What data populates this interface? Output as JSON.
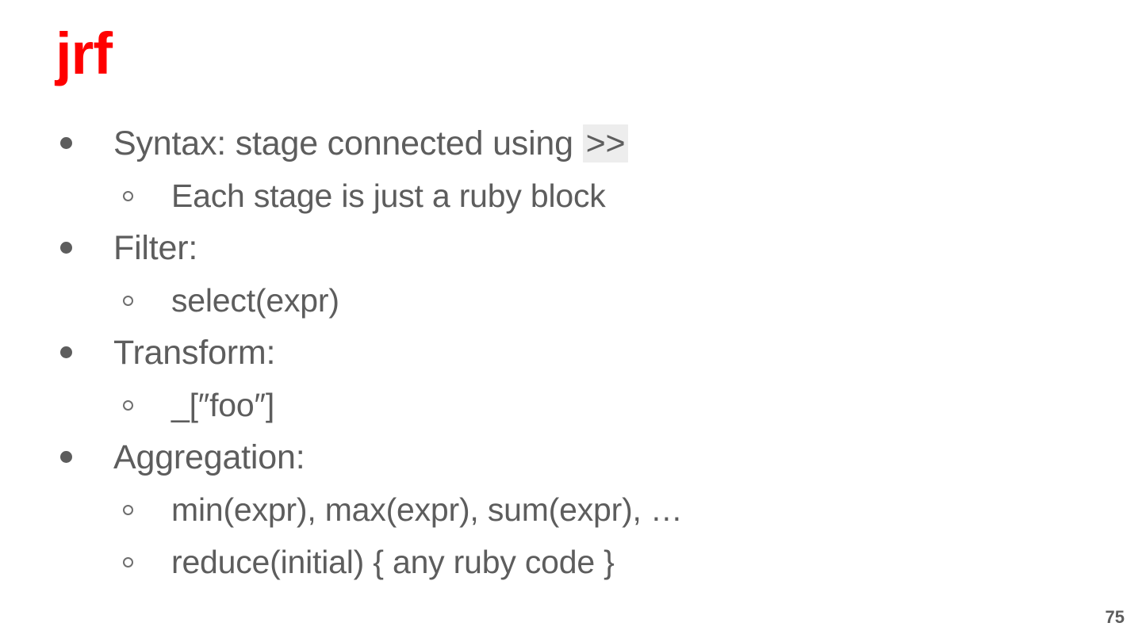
{
  "slide": {
    "title": "jrf",
    "title_color": "#ff0000",
    "body_color": "#5d5d5d",
    "background_color": "#ffffff",
    "highlight_color": "#ededed",
    "page_number": "75",
    "bullets": [
      {
        "level": 1,
        "marker": "filled-disc",
        "text_before": "Syntax: stage connected using ",
        "code": ">>",
        "text_after": ""
      },
      {
        "level": 2,
        "marker": "hollow-circle",
        "text": "Each stage is just a ruby block"
      },
      {
        "level": 1,
        "marker": "filled-disc",
        "text": "Filter:"
      },
      {
        "level": 2,
        "marker": "hollow-circle",
        "text": "select(expr)"
      },
      {
        "level": 1,
        "marker": "filled-disc",
        "text": "Transform:"
      },
      {
        "level": 2,
        "marker": "hollow-circle",
        "text": "_[″foo″]"
      },
      {
        "level": 1,
        "marker": "filled-disc",
        "text": "Aggregation:"
      },
      {
        "level": 2,
        "marker": "hollow-circle",
        "text": "min(expr), max(expr), sum(expr), …"
      },
      {
        "level": 2,
        "marker": "hollow-circle",
        "text": "reduce(initial) { any ruby code }"
      }
    ]
  }
}
